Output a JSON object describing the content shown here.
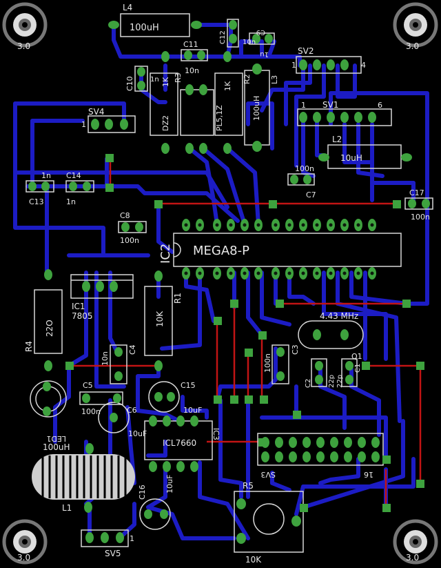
{
  "colors": {
    "background": "#000000",
    "bottom_copper": "#1c1cc4",
    "top_wire": "#c21414",
    "pad": "#3ea23e",
    "pad_hole": "#0d1a0d",
    "silkscreen": "#d8d8d8",
    "hole_ring": "#6e6e6e"
  },
  "mounting_holes": {
    "label": "3.0"
  },
  "components": {
    "l4": {
      "name": "L4",
      "value": "100uH"
    },
    "c11": {
      "name": "C11",
      "value": "10n"
    },
    "c12": {
      "name": "C12",
      "value": "10n"
    },
    "c9": {
      "name": "C9",
      "value": "1u"
    },
    "sv2": {
      "name": "SV2",
      "pin_first": "1",
      "pin_last": "4"
    },
    "c10": {
      "name": "C10",
      "value": "1n"
    },
    "r3": {
      "name": "R3",
      "value": "1K"
    },
    "dz2": {
      "name": "DZ2",
      "value": "PL5,1Z"
    },
    "r2": {
      "name": "R2",
      "value": "1K"
    },
    "l3": {
      "name": "L3",
      "value": "100uH"
    },
    "sv4": {
      "name": "SV4",
      "pin_first": "1"
    },
    "sv1": {
      "name": "SV1",
      "pin_first": "1",
      "pin_last": "6"
    },
    "l2": {
      "name": "L2",
      "value": "10uH"
    },
    "c13": {
      "name": "C13",
      "value": "1n"
    },
    "c14": {
      "name": "C14",
      "value": "1n"
    },
    "c7": {
      "name": "C7",
      "value": "100n"
    },
    "c17": {
      "name": "C17",
      "value": "100n"
    },
    "c8": {
      "name": "C8",
      "value": "100n"
    },
    "ic2": {
      "name": "IC2",
      "value": "MEGA8-P"
    },
    "ic1": {
      "name": "IC1",
      "value": "7805"
    },
    "r1": {
      "name": "R1",
      "value": "10K"
    },
    "r4": {
      "name": "R4",
      "value": "22O"
    },
    "crystal": {
      "value": "4.43 MHz",
      "name": "Q1"
    },
    "c4": {
      "name": "C4",
      "value": "10n"
    },
    "c3": {
      "name": "C3",
      "value": "100n"
    },
    "c1": {
      "name": "C1",
      "value": "22p"
    },
    "c2": {
      "name": "C2",
      "value": "22p"
    },
    "c5": {
      "name": "C5",
      "value": "100n"
    },
    "c6": {
      "name": "C6"
    },
    "c15": {
      "name": "C15",
      "value": "10uF"
    },
    "led1": {
      "name": "LED1"
    },
    "ic3": {
      "name": "IC3",
      "value": "ICL7660"
    },
    "c_ic3": {
      "value": "10uF"
    },
    "l1": {
      "name": "L1",
      "value": "100uH"
    },
    "c16": {
      "name": "C16",
      "value": "10uF"
    },
    "sv3": {
      "name": "SV3",
      "pin_last": "16"
    },
    "r5": {
      "name": "R5",
      "value": "10K"
    },
    "sv5": {
      "name": "SV5",
      "pin_last": "1"
    }
  }
}
